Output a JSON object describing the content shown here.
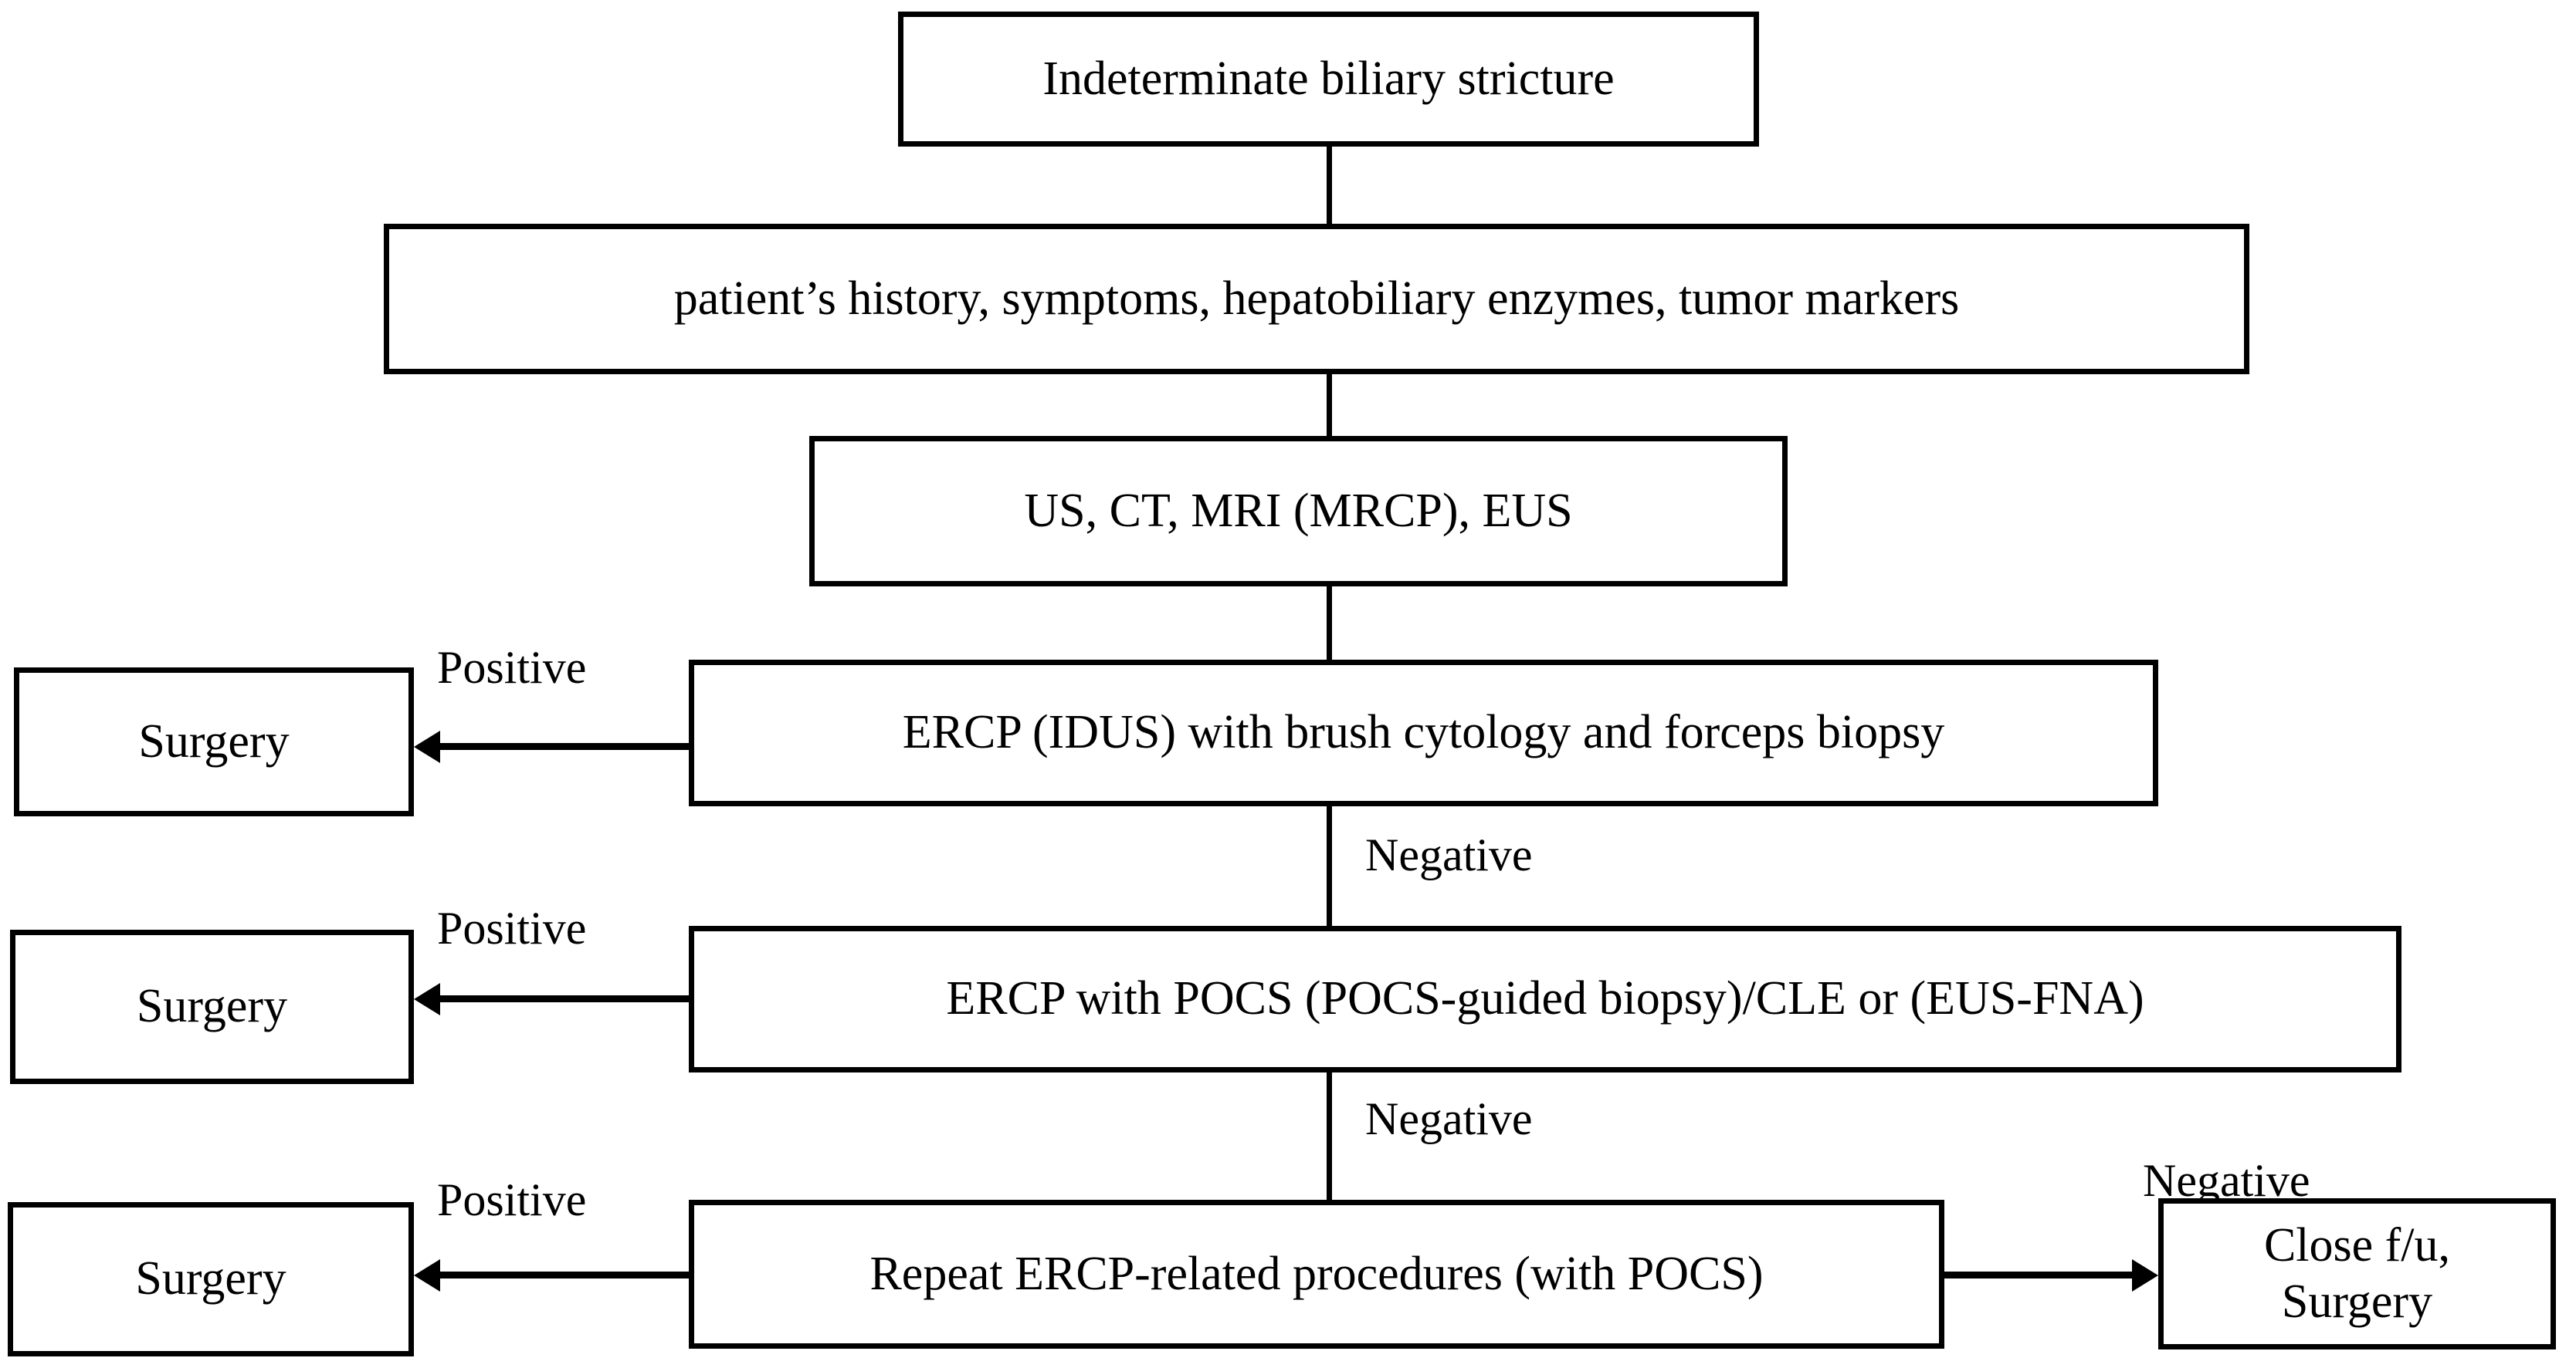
{
  "diagram": {
    "title": "Indeterminate biliary stricture diagnostic algorithm",
    "colors": {
      "background": "#ffffff",
      "stroke": "#000000",
      "text": "#000000"
    },
    "nodes": {
      "stricture": "Indeterminate biliary stricture",
      "workup": "patient’s history, symptoms, hepatobiliary enzymes, tumor markers",
      "imaging": "US, CT, MRI (MRCP), EUS",
      "ercp_idus": "ERCP (IDUS) with brush cytology and forceps biopsy",
      "ercp_pocs": "ERCP with POCS (POCS-guided biopsy)/CLE or (EUS-FNA)",
      "repeat_ercp": "Repeat ERCP-related procedures (with POCS)",
      "surgery_1": "Surgery",
      "surgery_2": "Surgery",
      "surgery_3": "Surgery",
      "close_fu_line1": "Close f/u,",
      "close_fu_line2": "Surgery"
    },
    "edge_labels": {
      "positive_1": "Positive",
      "positive_2": "Positive",
      "positive_3": "Positive",
      "negative_1": "Negative",
      "negative_2": "Negative",
      "negative_3": "Negative"
    }
  }
}
